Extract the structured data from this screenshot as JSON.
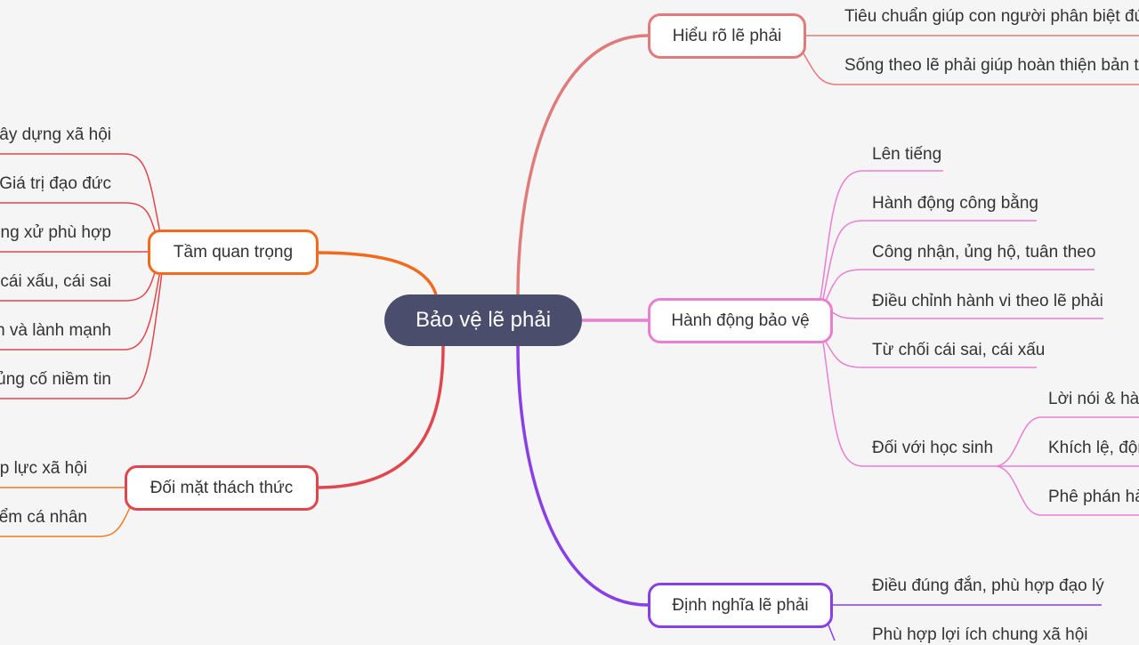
{
  "root": {
    "label": "Bảo vệ lẽ phải"
  },
  "colors": {
    "root_bg": "#4a4d6b",
    "hieu_ro": "#e07b7b",
    "hanh_dong": "#e77fd3",
    "dinh_nghia": "#8a3fe6",
    "tam_quan_trong": "#f26b1d",
    "tam_quan_trong_leaves": "#e0464e",
    "doi_mat": "#e0464e",
    "doi_mat_leaves": "#f07a1f"
  },
  "branches": {
    "hieu_ro": {
      "label": "Hiểu rõ lẽ phải",
      "children": [
        "Tiêu chuẩn giúp con người phân biệt đú",
        "Sống theo lẽ phải giúp hoàn thiện bản th"
      ]
    },
    "hanh_dong": {
      "label": "Hành động bảo vệ",
      "children": [
        "Lên tiếng",
        "Hành động công bằng",
        "Công nhận, ủng hộ, tuân theo",
        "Điều chỉnh hành vi theo lẽ phải",
        "Từ chối cái sai, cái xấu",
        "Đối với học sinh"
      ],
      "hoc_sinh": [
        "Lời nói & hàn",
        "Khích lệ, độn",
        "Phê phán hà"
      ]
    },
    "dinh_nghia": {
      "label": "Định nghĩa lẽ phải",
      "children": [
        "Điều đúng đắn, phù hợp đạo lý",
        "Phù hợp lợi ích chung xã hội"
      ]
    },
    "tam_quan_trong": {
      "label": "Tầm quan trọng",
      "children": [
        "Xây dựng xã hội",
        "Giá trị đạo đức",
        "ứng xử phù hợp",
        "i cái xấu, cái sai",
        "n và lành mạnh",
        "ủng cố niềm tin"
      ]
    },
    "doi_mat": {
      "label": "Đối mặt thách thức",
      "children": [
        "Áp lực xã hội",
        "ểm cá nhân"
      ]
    }
  }
}
